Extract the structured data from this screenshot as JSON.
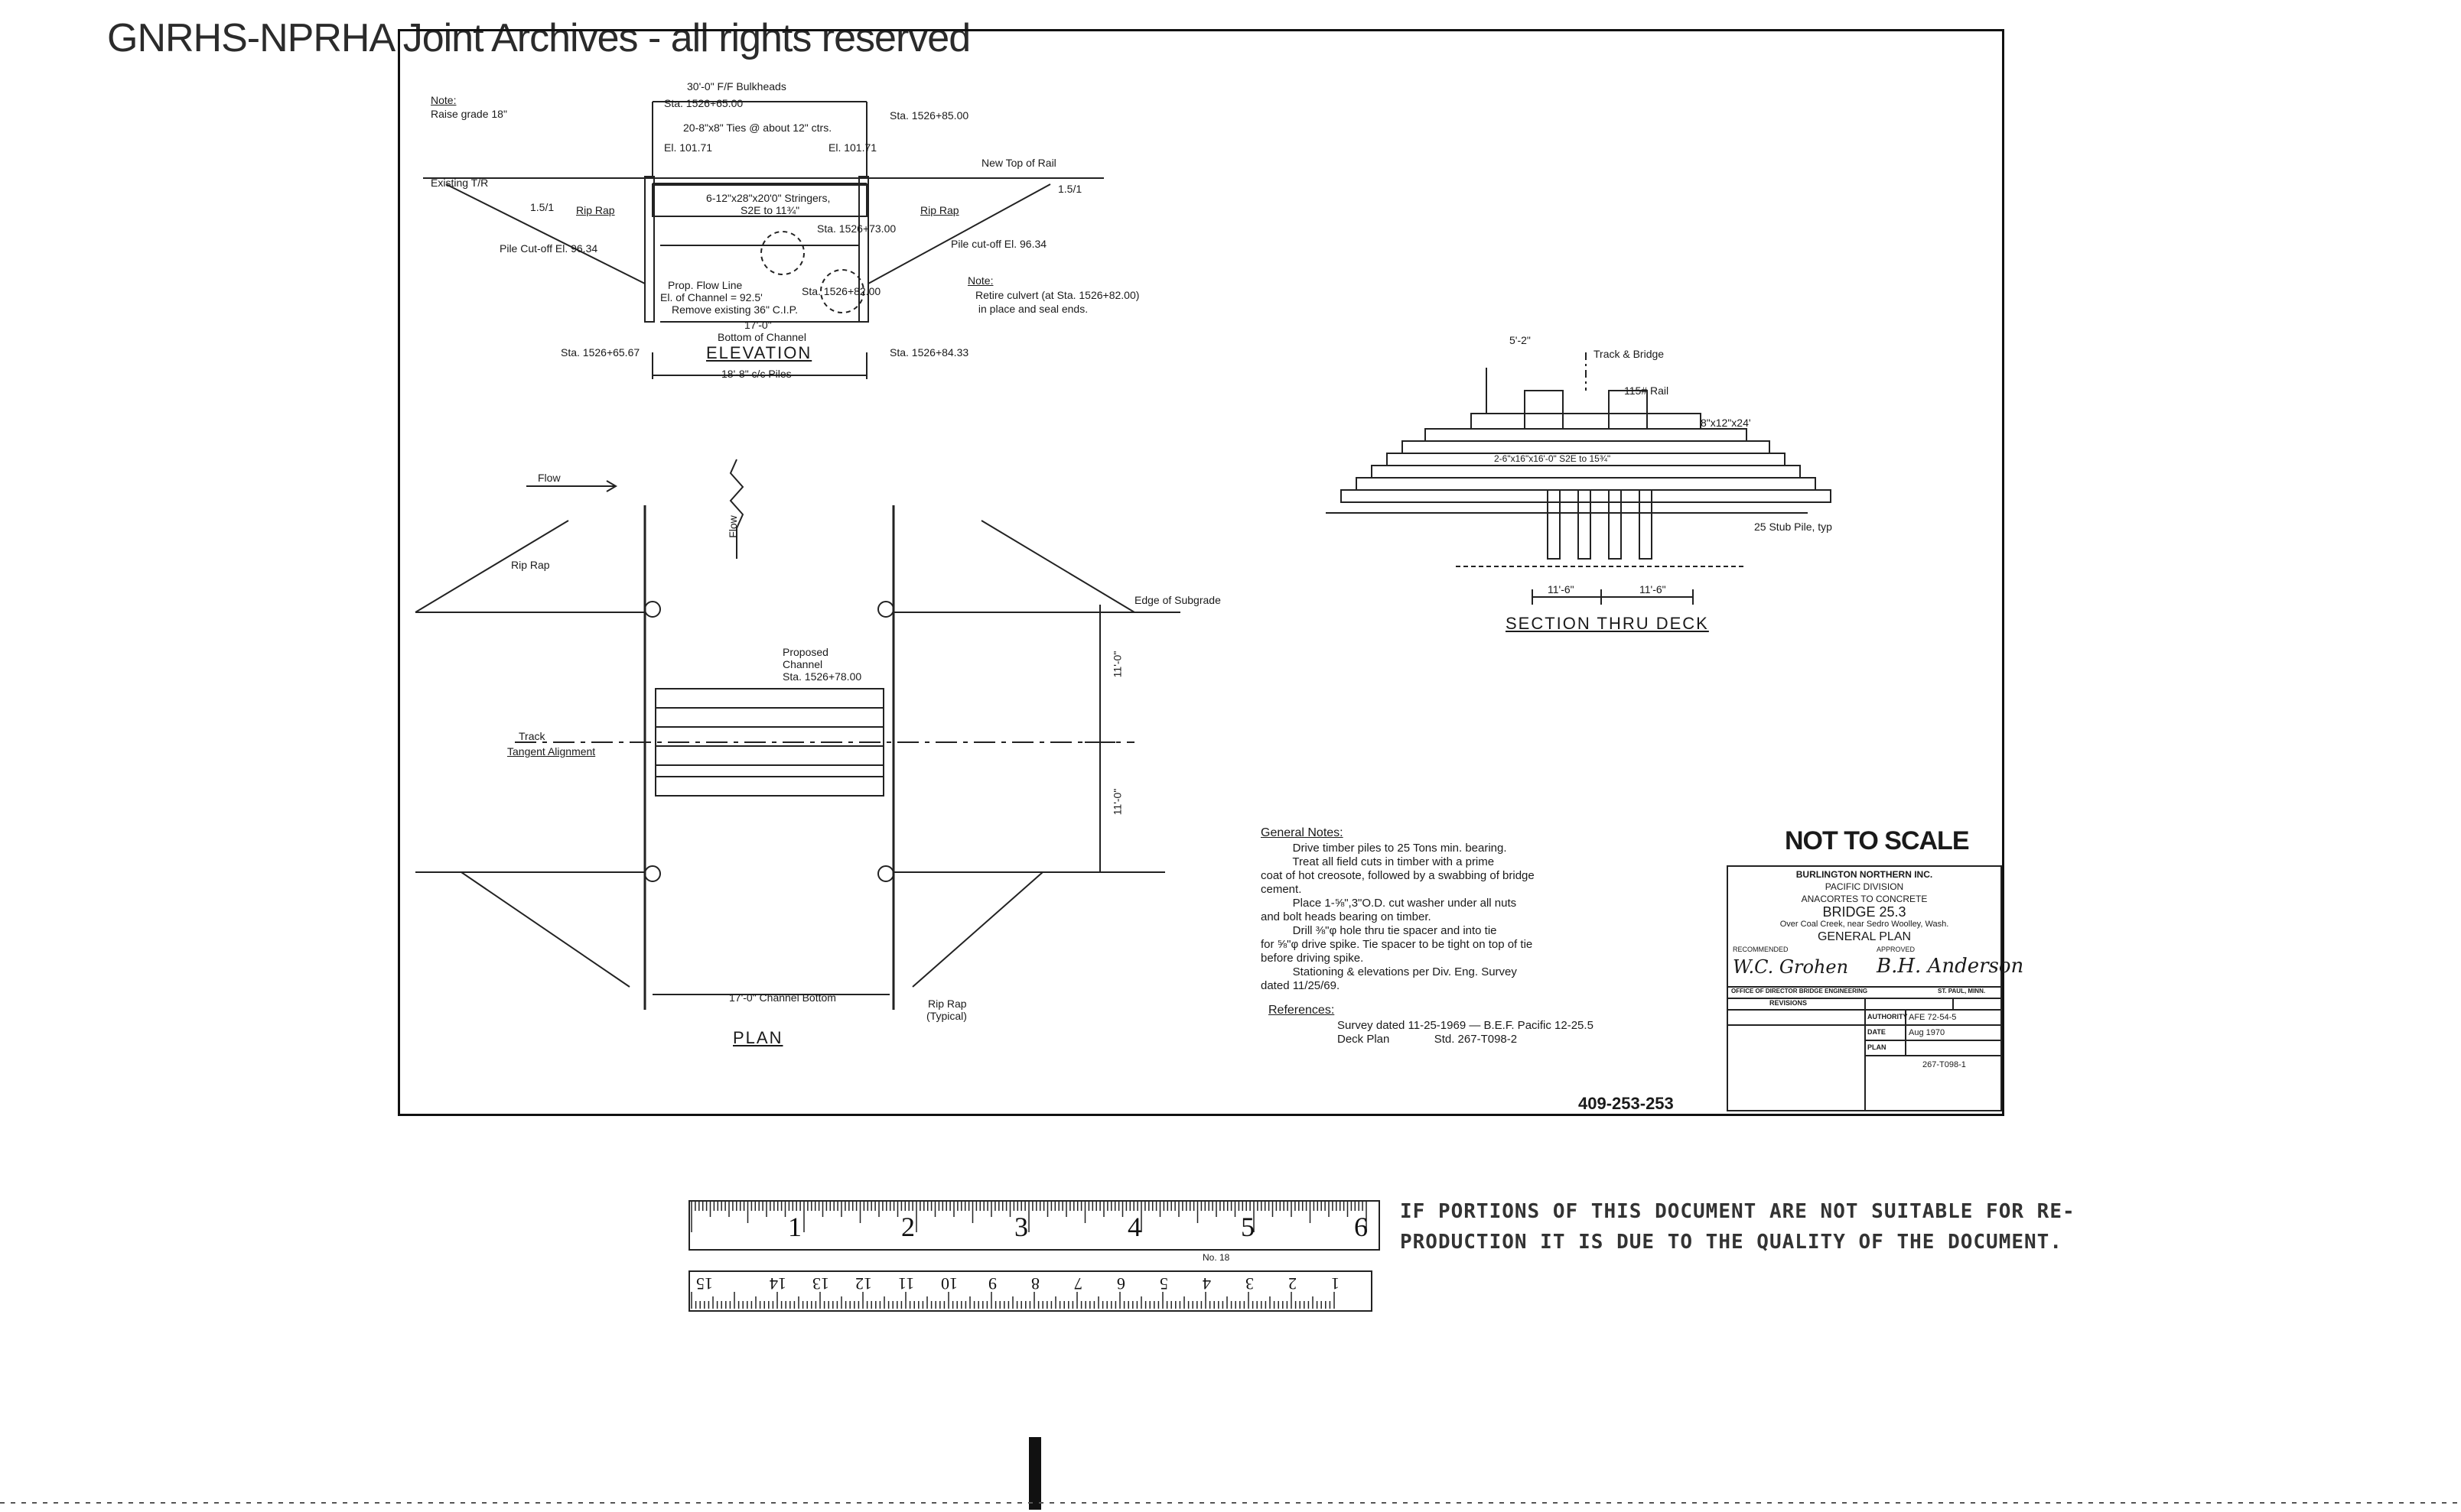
{
  "watermark": "GNRHS-NPRHA Joint Archives - all rights reserved",
  "elevation": {
    "title": "ELEVATION",
    "note_label": "Note:",
    "note_text": "Raise grade 18\"",
    "bulkheads": "30'-0\" F/F Bulkheads",
    "sta_left_top": "Sta. 1526+65.00",
    "sta_right_top": "Sta. 1526+85.00",
    "ties": "20-8\"x8\" Ties @ about 12\" ctrs.",
    "el_left": "El. 101.71",
    "el_right": "El. 101.71",
    "new_top_rail": "New Top of Rail",
    "existing": "Existing T/R",
    "slope_left": "1.5/1",
    "slope_right": "1.5/1",
    "rip_rap_left": "Rip Rap",
    "rip_rap_right": "Rip Rap",
    "stringers": "6-12\"x28\"x20'0\" Stringers,",
    "stringers_sub": "S2E to 11¾\"",
    "sta_1": "Sta. 1526+73.00",
    "sta_2": "Sta. 1526+82.00",
    "pile_cutoff_left": "Pile Cut-off El. 96.34",
    "pile_cutoff_right": "Pile cut-off El. 96.34",
    "flow_line_1": "Prop. Flow Line",
    "flow_line_2": "El. of Channel = 92.5'",
    "flow_line_3": "Remove existing 36\" C.I.P.",
    "width_17": "17'-0\"",
    "bottom_channel": "Bottom of Channel",
    "sta_bottom_left": "Sta. 1526+65.67",
    "sta_bottom_right": "Sta. 1526+84.33",
    "piles_dim": "18'-8\" c/c Piles",
    "note2_label": "Note:",
    "note2_text": "Retire culvert (at Sta. 1526+82.00)\n in place and seal ends."
  },
  "plan": {
    "title": "PLAN",
    "flow_h": "Flow",
    "flow_v": "Flow",
    "rip_rap": "Rip Rap",
    "edge_subgrade": "Edge of Subgrade",
    "proposed_1": "Proposed",
    "proposed_2": "Channel",
    "proposed_3": "Sta. 1526+78.00",
    "track": "Track",
    "tangent": "Tangent Alignment",
    "dim_11a": "11'-0\"",
    "dim_11b": "11'-0\"",
    "channel_bottom": "17'-0\" Channel Bottom",
    "rip_rap_typ_1": "Rip Rap",
    "rip_rap_typ_2": "(Typical)"
  },
  "section": {
    "title": "SECTION THRU DECK",
    "track_bridge": "Track & Bridge",
    "rail": "115# Rail",
    "dim_top": "5'-2\"",
    "ties_label": "8\"x12\"x24'",
    "deck_label": "2-6\"x16\"x16'-0\" S2E to 15¾\"",
    "stub_pile": "25 Stub Pile, typ",
    "dim_left": "11'-6\"",
    "dim_right": "11'-6\""
  },
  "general_notes": {
    "title": "General Notes:",
    "body": "          Drive timber piles to 25 Tons min. bearing.\n          Treat all field cuts in timber with a prime\ncoat of hot creosote, followed by a swabbing of bridge\ncement.\n          Place 1-⅝\",3\"O.D. cut washer under all nuts\nand bolt heads bearing on timber.\n          Drill ⅜\"φ hole thru tie spacer and into tie\nfor ⅝\"φ drive spike. Tie spacer to be tight on top of tie\nbefore driving spike.\n          Stationing & elevations per Div. Eng. Survey\ndated 11/25/69.",
    "ref_title": "References:",
    "ref_body": "Survey dated 11-25-1969 — B.E.F. Pacific 12-25.5\nDeck Plan              Std. 267-T098-2"
  },
  "not_to_scale": "NOT TO SCALE",
  "title_block": {
    "company": "BURLINGTON NORTHERN INC.",
    "division": "PACIFIC                 DIVISION",
    "line": "ANACORTES   TO   CONCRETE",
    "bridge": "BRIDGE  25.3",
    "location": "Over Coal Creek, near Sedro Woolley, Wash.",
    "plan_type": "GENERAL PLAN",
    "recommended": "RECOMMENDED",
    "approved": "APPROVED",
    "office_left": "OFFICE OF DIRECTOR BRIDGE ENGINEERING",
    "office_right": "ST. PAUL, MINN.",
    "revisions": "REVISIONS",
    "authority": "AUTHORITY",
    "date": "DATE",
    "plan": "PLAN",
    "auth_val": "AFE 72-54-5",
    "date_val": "Aug 1970",
    "plan_val": "267-T098-1",
    "sig_left": "W.C. Grohen",
    "sig_right": "B.H. Anderson"
  },
  "drawing_number": "409-253-253",
  "ruler": {
    "top_numbers": [
      "1",
      "2",
      "3",
      "4",
      "5",
      "6"
    ],
    "bottom_numbers": [
      "1",
      "2",
      "3",
      "4",
      "5",
      "6",
      "7",
      "8",
      "9",
      "10",
      "11",
      "12",
      "13",
      "14",
      "15"
    ],
    "tag": "No. 18"
  },
  "disclaimer": "IF PORTIONS OF THIS DOCUMENT ARE NOT SUITABLE FOR RE-\nPRODUCTION IT IS DUE TO THE QUALITY OF THE DOCUMENT."
}
